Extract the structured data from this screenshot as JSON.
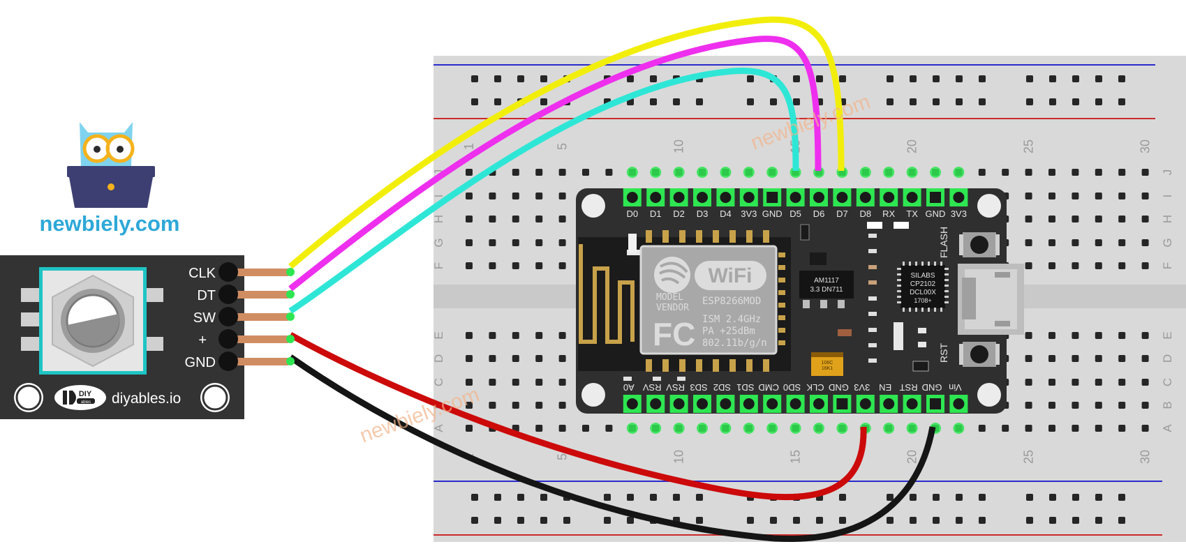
{
  "brand": {
    "site": "newbiely.com",
    "watermark": "newbiely.com",
    "colors": {
      "site_text": "#2ea8d8",
      "owl": "#7fd3ee",
      "laptop": "#3d3f72",
      "watermark": "#f2b48a"
    }
  },
  "encoder_module": {
    "pins": [
      "CLK",
      "DT",
      "SW",
      "+",
      "GND"
    ],
    "logo_text": "DIY",
    "logo_subtext": "ables",
    "website": "diyables.io"
  },
  "breadboard": {
    "column_numbers": [
      "1",
      "5",
      "10",
      "15",
      "20",
      "25",
      "30"
    ],
    "rows_top": [
      "J",
      "I",
      "H",
      "G",
      "F"
    ],
    "rows_bottom": [
      "E",
      "D",
      "C",
      "B",
      "A"
    ]
  },
  "nodemcu": {
    "top_pins": [
      "D0",
      "D1",
      "D2",
      "D3",
      "D4",
      "3V3",
      "GND",
      "D5",
      "D6",
      "D7",
      "D8",
      "RX",
      "TX",
      "GND",
      "3V3"
    ],
    "bottom_pins": [
      "A0",
      "RSV",
      "RSV",
      "SD3",
      "SD2",
      "SD1",
      "CMD",
      "SD0",
      "CLK",
      "GND",
      "3V3",
      "EN",
      "RST",
      "GND",
      "Vin"
    ],
    "wifi_logo": "WiFi",
    "model_label": "MODEL",
    "vendor_label": "VENDOR",
    "module_name": "ESP8266MOD",
    "fcc": "FC",
    "spec_lines": [
      "ISM 2.4GHz",
      "PA  +25dBm",
      "802.11b/g/n"
    ],
    "regulator": [
      "AM1117",
      "3.3  DN711"
    ],
    "usb_chip": [
      "SILABS",
      "CP2102",
      "DCL00X",
      "1708+"
    ],
    "flash_label": "FLASH",
    "rst_label": "RST",
    "capacitor_text": [
      "106C",
      "16K1"
    ]
  },
  "wires": [
    {
      "from": "CLK",
      "to": "D7",
      "color": "#f2ee0c"
    },
    {
      "from": "DT",
      "to": "D6",
      "color": "#ee2fee"
    },
    {
      "from": "SW",
      "to": "D5",
      "color": "#2ee6d6"
    },
    {
      "from": "+",
      "to": "3V3",
      "color": "#cc0a0a"
    },
    {
      "from": "GND",
      "to": "GND",
      "color": "#151515"
    }
  ]
}
